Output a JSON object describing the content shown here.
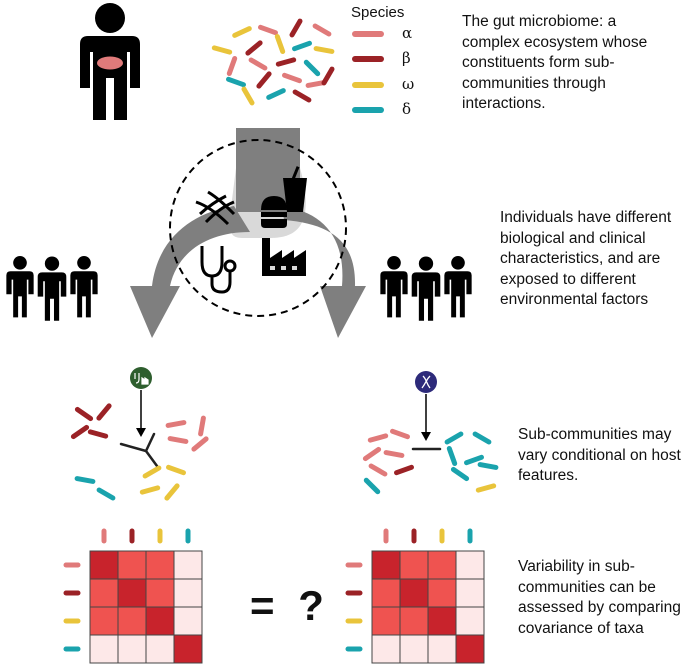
{
  "legend": {
    "title": "Species",
    "items": [
      {
        "label": "α",
        "color": "#e07a7a"
      },
      {
        "label": "β",
        "color": "#9b2226"
      },
      {
        "label": "ω",
        "color": "#e9c43b"
      },
      {
        "label": "δ",
        "color": "#1aa3ad"
      }
    ]
  },
  "text": {
    "gut": "The gut microbiome: a complex ecosystem whose constituents form sub-communities through interactions.",
    "individuals": "Individuals have different biological and clinical characteristics, and are exposed to different environmental factors",
    "subcommunities": "Sub-communities may vary conditional on host features.",
    "variability": "Variability in sub-communities can be assessed by comparing covariance of taxa"
  },
  "comparison": "= ?",
  "colors": {
    "figure": "#000000",
    "arrow": "#7f7f7f",
    "band": "#d9d9d9",
    "marker_left": "#2e5e2e",
    "marker_right": "#2d2a7a",
    "heat_strong": "#c8232c",
    "heat_mid": "#ef5350",
    "heat_light": "#fde8e8"
  }
}
